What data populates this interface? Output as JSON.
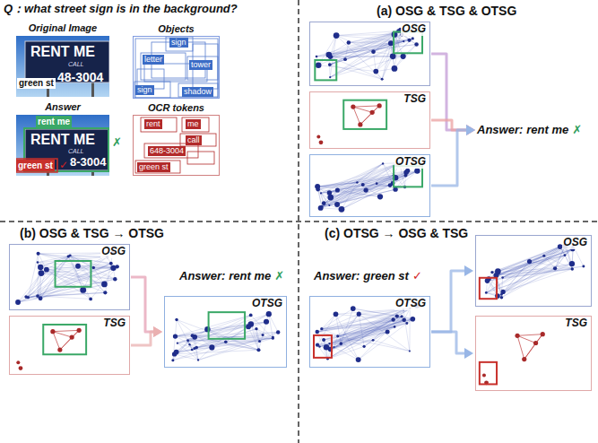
{
  "diagram": {
    "nodes": [
      {
        "text": [
          "Original Image"
        ]
      },
      {
        "text": [
          "Objects"
        ]
      },
      {
        "text": [
          "sign"
        ],
        "in": 1
      },
      {
        "text": [
          "letter"
        ],
        "in": 1
      },
      {
        "text": [
          "tower"
        ],
        "in": 1
      },
      {
        "text": [
          "sign"
        ],
        "in": 1
      },
      {
        "text": [
          "shadow"
        ],
        "in": 1
      },
      {
        "text": [
          "Answer"
        ]
      },
      {
        "text": [
          "rent me"
        ],
        "in": 7
      },
      {
        "text": [
          "green st"
        ],
        "in": 7
      },
      {
        "text": [
          "OCR tokens"
        ]
      },
      {
        "text": [
          "rent"
        ],
        "in": 10
      },
      {
        "text": [
          "me"
        ],
        "in": 10
      },
      {
        "text": [
          "call"
        ],
        "in": 10
      },
      {
        "text": [
          "648-3004"
        ],
        "in": 10
      },
      {
        "text": [
          "green st"
        ],
        "in": 10
      },
      {
        "text": [
          "OSG"
        ]
      },
      {
        "text": [
          "TSG"
        ]
      },
      {
        "text": [
          "OTSG"
        ]
      },
      {
        "text": [
          "Answer:",
          "rent me",
          "✗"
        ]
      },
      {
        "text": [
          "OSG"
        ]
      },
      {
        "text": [
          "TSG"
        ]
      },
      {
        "text": [
          "Answer:",
          "rent me",
          "✗"
        ]
      },
      {
        "text": [
          "OTSG"
        ]
      },
      {
        "text": [
          "Answer:",
          "green st",
          "✓"
        ]
      },
      {
        "text": [
          "OTSG"
        ]
      },
      {
        "text": [
          "OSG"
        ]
      },
      {
        "text": [
          "TSG"
        ]
      }
    ],
    "edges": [
      {
        "from": 16,
        "to": 19,
        "arrow": "to"
      },
      {
        "from": 17,
        "to": 19,
        "arrow": "to"
      },
      {
        "from": 18,
        "to": 19,
        "arrow": "to"
      },
      {
        "from": 20,
        "to": 23,
        "arrow": "to"
      },
      {
        "from": 21,
        "to": 23,
        "arrow": "to"
      },
      {
        "from": 25,
        "to": 26,
        "arrow": "to"
      },
      {
        "from": 25,
        "to": 27,
        "arrow": "to"
      }
    ],
    "labels": [
      "Q：what street sign is in the background?",
      "RENT ME",
      "CALL",
      "48-3004",
      "green st",
      "RENT ME",
      "CALL",
      "8-3004",
      "✗",
      "✓",
      "(a) OSG & TSG & OTSG",
      "(b) OSG & TSG → OTSG",
      "(c) OTSG → OSG & TSG"
    ]
  }
}
